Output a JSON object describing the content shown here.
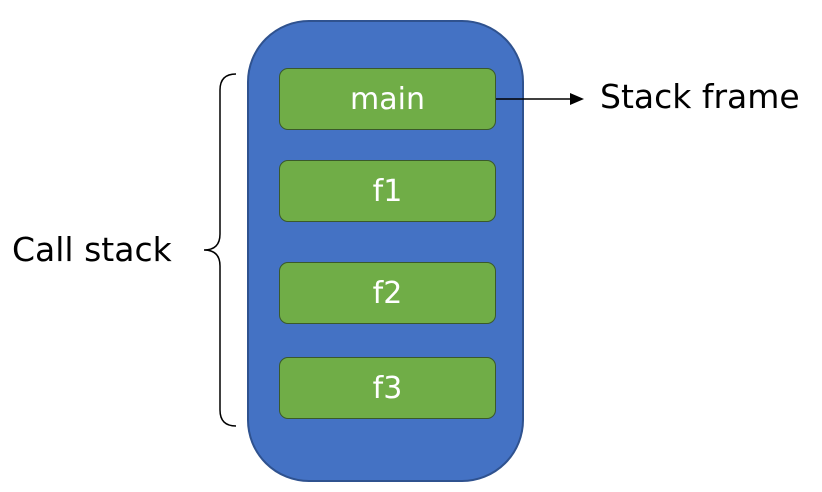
{
  "colors": {
    "stack_fill": "#4472c4",
    "stack_border": "#2f528f",
    "frame_fill": "#70ad47",
    "frame_border": "#3a5a2a",
    "frame_text": "#ffffff",
    "label_text": "#000000",
    "line": "#000000"
  },
  "stack": {
    "frames": [
      {
        "label": "main"
      },
      {
        "label": "f1"
      },
      {
        "label": "f2"
      },
      {
        "label": "f3"
      }
    ]
  },
  "labels": {
    "call_stack": "Call stack",
    "stack_frame": "Stack frame"
  }
}
